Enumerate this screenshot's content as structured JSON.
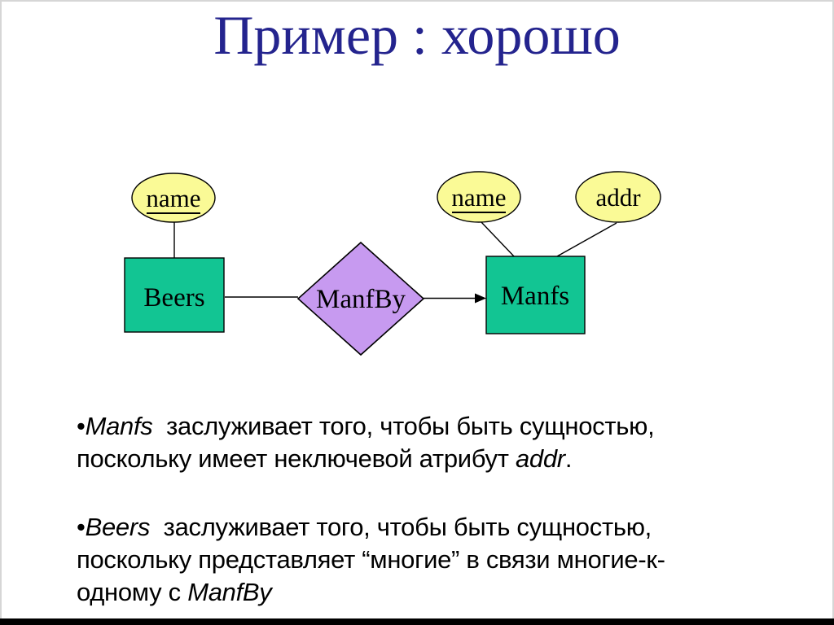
{
  "title": "Пример : хорошо",
  "colors": {
    "title_text": "#24248E",
    "entity_fill": "#12C593",
    "attribute_fill": "#FAFA96",
    "relationship_fill": "#C79AF0",
    "outline": "#000000",
    "body_text": "#000000",
    "footer_bar": "#000000"
  },
  "diagram": {
    "beers": {
      "label": "Beers"
    },
    "manfs": {
      "label": "Manfs"
    },
    "manfby": {
      "label": "ManfBy"
    },
    "beers_name_attr": {
      "label": "name",
      "key": true
    },
    "manfs_name_attr": {
      "label": "name",
      "key": true
    },
    "manfs_addr_attr": {
      "label": "addr",
      "key": false
    }
  },
  "bullets": [
    {
      "lines": [
        [
          {
            "t": "•",
            "i": false
          },
          {
            "t": "Manfs",
            "i": true
          },
          {
            "t": "  заслуживает того, чтобы быть сущностью,",
            "i": false
          }
        ],
        [
          {
            "t": "поскольку имеет неключевой атрибут ",
            "i": false
          },
          {
            "t": "addr",
            "i": true
          },
          {
            "t": ".",
            "i": false
          }
        ]
      ]
    },
    {
      "lines": [
        [
          {
            "t": "•",
            "i": false
          },
          {
            "t": "Beers",
            "i": true
          },
          {
            "t": "  заслуживает того, чтобы быть сущностью,",
            "i": false
          }
        ],
        [
          {
            "t": "поскольку представляет “многие” в связи многие-к-",
            "i": false
          }
        ],
        [
          {
            "t": "одному с ",
            "i": false
          },
          {
            "t": "ManfBy",
            "i": true
          }
        ]
      ]
    }
  ]
}
